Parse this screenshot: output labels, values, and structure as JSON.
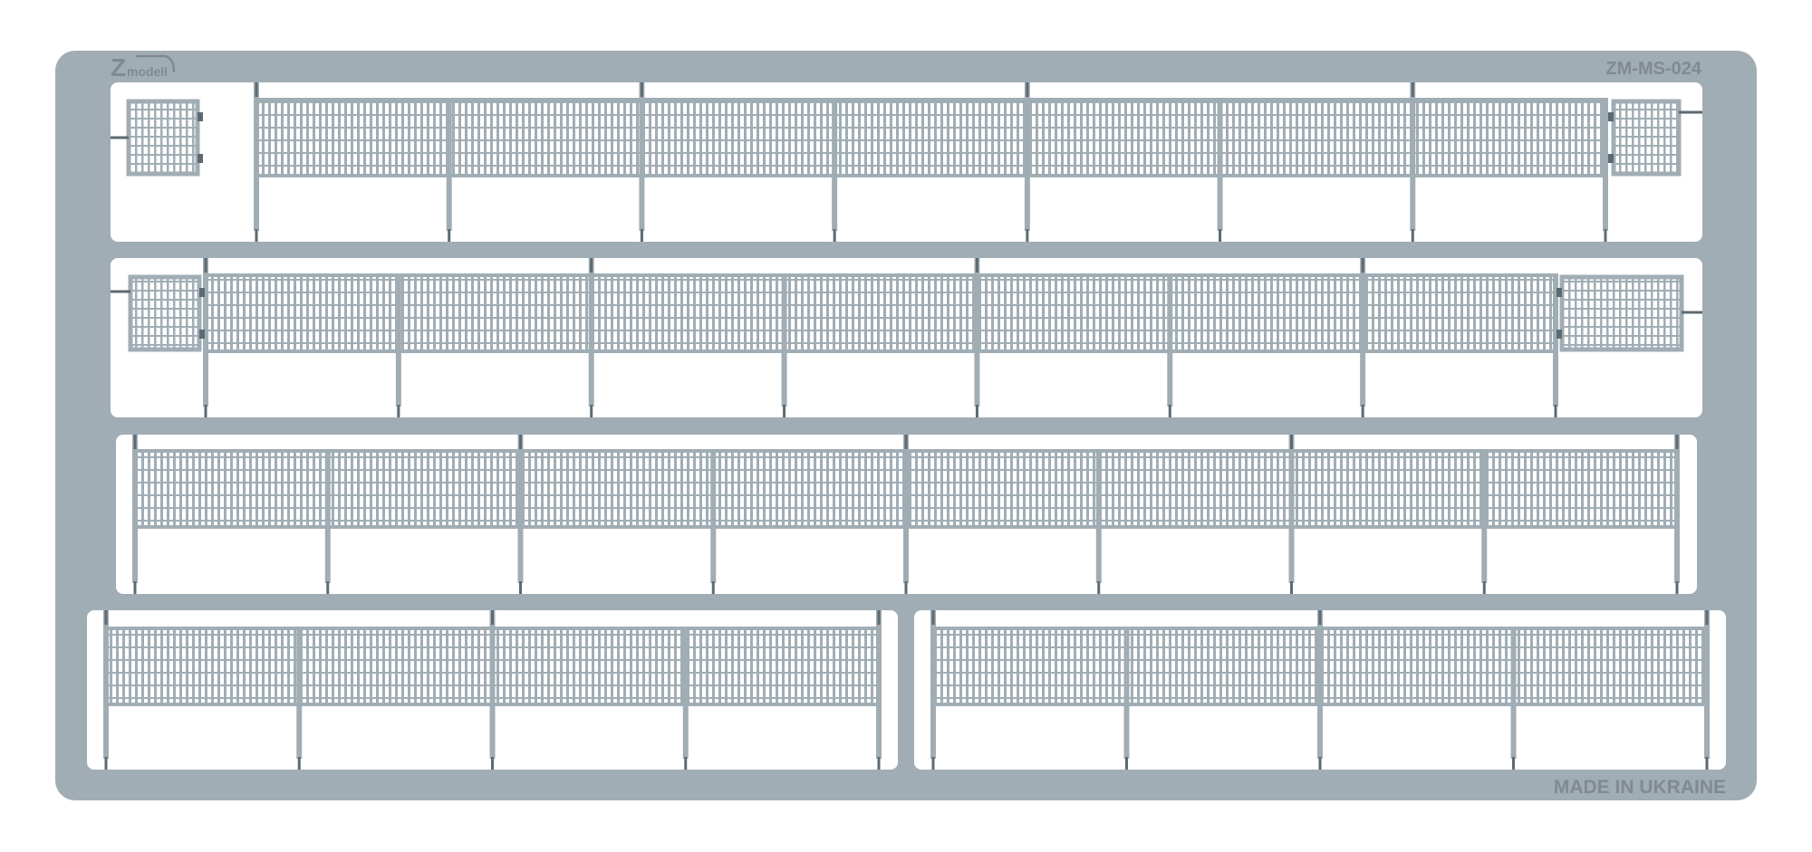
{
  "sheet": {
    "part_number": "ZM-MS-024",
    "origin_text": "MADE IN UKRAINE",
    "brand": {
      "letter": "Z",
      "name": "modell"
    },
    "colors": {
      "metal": "#a1adb4",
      "metal_dark": "#5d6a72",
      "background": "#ffffff",
      "text": "#7f8a92"
    }
  },
  "fence_strips": [
    {
      "id": "strip-1",
      "panels": 7,
      "gates": 2
    },
    {
      "id": "strip-2",
      "panels": 7,
      "gates": 2
    },
    {
      "id": "strip-3",
      "panels": 8,
      "gates": 0
    },
    {
      "id": "strip-4a",
      "panels": 4,
      "gates": 0
    },
    {
      "id": "strip-4b",
      "panels": 4,
      "gates": 0
    }
  ]
}
